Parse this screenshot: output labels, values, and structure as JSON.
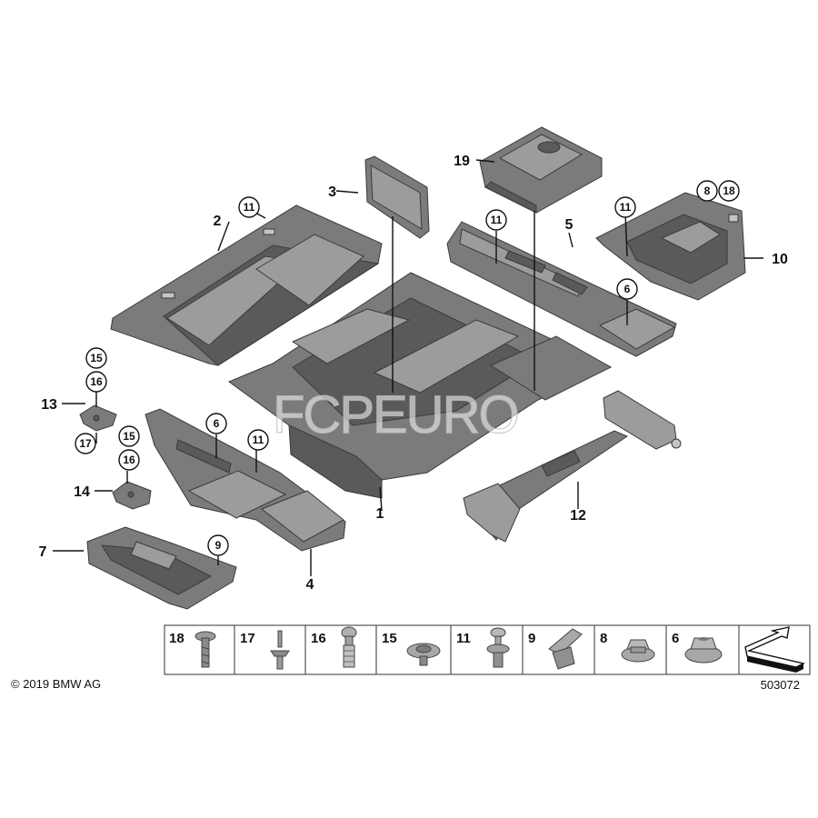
{
  "diagram": {
    "callouts": {
      "c1": "1",
      "c2": "2",
      "c3": "3",
      "c4": "4",
      "c5": "5",
      "c7": "7",
      "c10": "10",
      "c12": "12",
      "c13": "13",
      "c14": "14",
      "c19": "19"
    },
    "circled": {
      "r11a": "11",
      "r11b": "11",
      "r8": "8",
      "r18": "18",
      "r11c": "11",
      "r6a": "6",
      "r15a": "15",
      "r16a": "16",
      "r17": "17",
      "r6b": "6",
      "r11d": "11",
      "r15b": "15",
      "r16b": "16",
      "r9": "9"
    },
    "watermark": "FCPEURO"
  },
  "legend": {
    "items": [
      {
        "num": "18",
        "icon": "screw-icon"
      },
      {
        "num": "17",
        "icon": "expanding-rivet-icon"
      },
      {
        "num": "16",
        "icon": "spreading-rivet-icon"
      },
      {
        "num": "15",
        "icon": "washer-clip-icon"
      },
      {
        "num": "11",
        "icon": "push-clip-icon"
      },
      {
        "num": "9",
        "icon": "angled-clip-icon"
      },
      {
        "num": "8",
        "icon": "nut-icon"
      },
      {
        "num": "6",
        "icon": "collar-nut-icon"
      }
    ],
    "arrow_icon": "direction-arrow-icon"
  },
  "footer": {
    "copyright": "© 2019 BMW AG",
    "diagram_id": "503072"
  }
}
